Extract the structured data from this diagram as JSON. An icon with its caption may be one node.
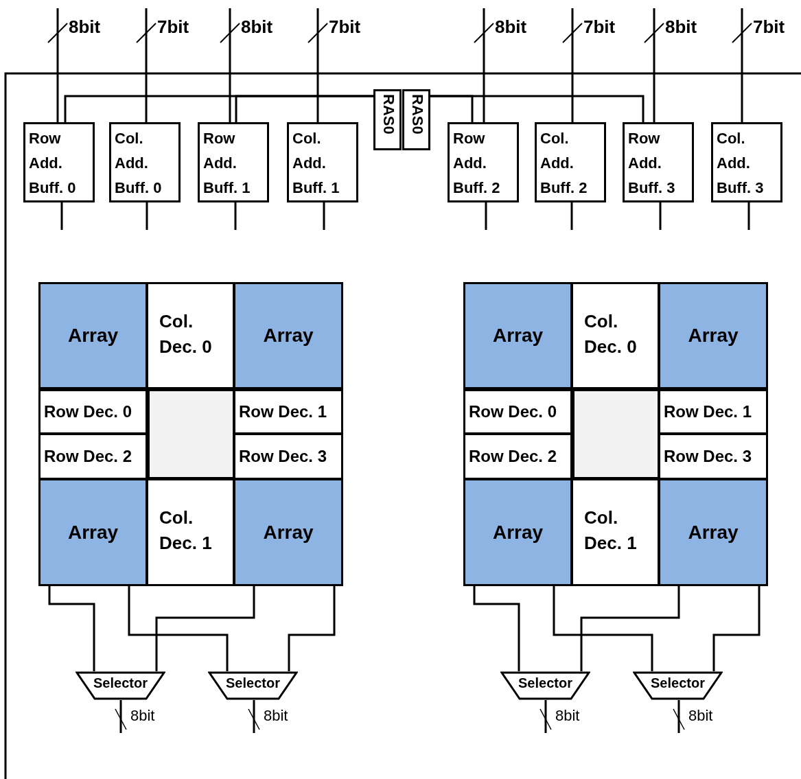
{
  "diagram": {
    "nodes": [
      {
        "text": [
          "Row Add. Buff. 0"
        ]
      },
      {
        "text": [
          "Col. Add. Buff. 0"
        ]
      },
      {
        "text": [
          "Row Add. Buff. 1"
        ]
      },
      {
        "text": [
          "Col. Add. Buff. 1"
        ]
      },
      {
        "text": [
          "RAS0"
        ]
      },
      {
        "text": [
          "RAS0"
        ]
      },
      {
        "text": [
          "Row Add. Buff. 2"
        ]
      },
      {
        "text": [
          "Col. Add. Buff. 2"
        ]
      },
      {
        "text": [
          "Row Add. Buff. 3"
        ]
      },
      {
        "text": [
          "Col. Add. Buff. 3"
        ]
      },
      {
        "text": [
          "Array"
        ]
      },
      {
        "text": [
          "Col. Dec. 0"
        ]
      },
      {
        "text": [
          "Array"
        ]
      },
      {
        "text": [
          "Row Dec. 0"
        ]
      },
      {
        "text": [],
        "shape": "box"
      },
      {
        "text": [
          "Row Dec. 1"
        ]
      },
      {
        "text": [
          "Row Dec. 2"
        ]
      },
      {
        "text": [
          "Row Dec. 3"
        ]
      },
      {
        "text": [
          "Array"
        ]
      },
      {
        "text": [
          "Col. Dec. 1"
        ]
      },
      {
        "text": [
          "Array"
        ]
      },
      {
        "text": [
          "Selector"
        ]
      },
      {
        "text": [
          "Selector"
        ]
      },
      {
        "text": [
          "Array"
        ]
      },
      {
        "text": [
          "Col. Dec. 0"
        ]
      },
      {
        "text": [
          "Array"
        ]
      },
      {
        "text": [
          "Row Dec. 0"
        ]
      },
      {
        "text": [],
        "shape": "box"
      },
      {
        "text": [
          "Row Dec. 1"
        ]
      },
      {
        "text": [
          "Row Dec. 2"
        ]
      },
      {
        "text": [
          "Row Dec. 3"
        ]
      },
      {
        "text": [
          "Array"
        ]
      },
      {
        "text": [
          "Col. Dec. 1"
        ]
      },
      {
        "text": [
          "Array"
        ]
      },
      {
        "text": [
          "Selector"
        ]
      },
      {
        "text": [
          "Selector"
        ]
      }
    ],
    "edges": [
      {
        "from": null,
        "to": 0,
        "arrow": "none",
        "label": "8bit"
      },
      {
        "from": null,
        "to": 1,
        "arrow": "none",
        "label": "7bit"
      },
      {
        "from": null,
        "to": 2,
        "arrow": "none",
        "label": "8bit"
      },
      {
        "from": null,
        "to": 3,
        "arrow": "none",
        "label": "7bit"
      },
      {
        "from": null,
        "to": 6,
        "arrow": "none",
        "label": "8bit"
      },
      {
        "from": null,
        "to": 7,
        "arrow": "none",
        "label": "7bit"
      },
      {
        "from": null,
        "to": 8,
        "arrow": "none",
        "label": "8bit"
      },
      {
        "from": null,
        "to": 9,
        "arrow": "none",
        "label": "7bit"
      },
      {
        "from": 0,
        "to": null,
        "arrow": "none"
      },
      {
        "from": 1,
        "to": null,
        "arrow": "none"
      },
      {
        "from": 2,
        "to": null,
        "arrow": "none"
      },
      {
        "from": 3,
        "to": null,
        "arrow": "none"
      },
      {
        "from": 6,
        "to": null,
        "arrow": "none"
      },
      {
        "from": 7,
        "to": null,
        "arrow": "none"
      },
      {
        "from": 8,
        "to": null,
        "arrow": "none"
      },
      {
        "from": 9,
        "to": null,
        "arrow": "none"
      },
      {
        "from": 4,
        "to": 0,
        "arrow": "none"
      },
      {
        "from": 4,
        "to": 2,
        "arrow": "none"
      },
      {
        "from": 5,
        "to": 6,
        "arrow": "none"
      },
      {
        "from": 5,
        "to": 8,
        "arrow": "none"
      },
      {
        "from": 18,
        "to": 21,
        "arrow": "none"
      },
      {
        "from": 18,
        "to": 22,
        "arrow": "none"
      },
      {
        "from": 20,
        "to": 21,
        "arrow": "none"
      },
      {
        "from": 20,
        "to": 22,
        "arrow": "none"
      },
      {
        "from": 31,
        "to": 34,
        "arrow": "none"
      },
      {
        "from": 31,
        "to": 35,
        "arrow": "none"
      },
      {
        "from": 33,
        "to": 34,
        "arrow": "none"
      },
      {
        "from": 33,
        "to": 35,
        "arrow": "none"
      },
      {
        "from": 21,
        "to": null,
        "arrow": "none",
        "label": "8bit"
      },
      {
        "from": 22,
        "to": null,
        "arrow": "none",
        "label": "8bit"
      },
      {
        "from": 34,
        "to": null,
        "arrow": "none",
        "label": "8bit"
      },
      {
        "from": 35,
        "to": null,
        "arrow": "none",
        "label": "8bit"
      }
    ]
  }
}
